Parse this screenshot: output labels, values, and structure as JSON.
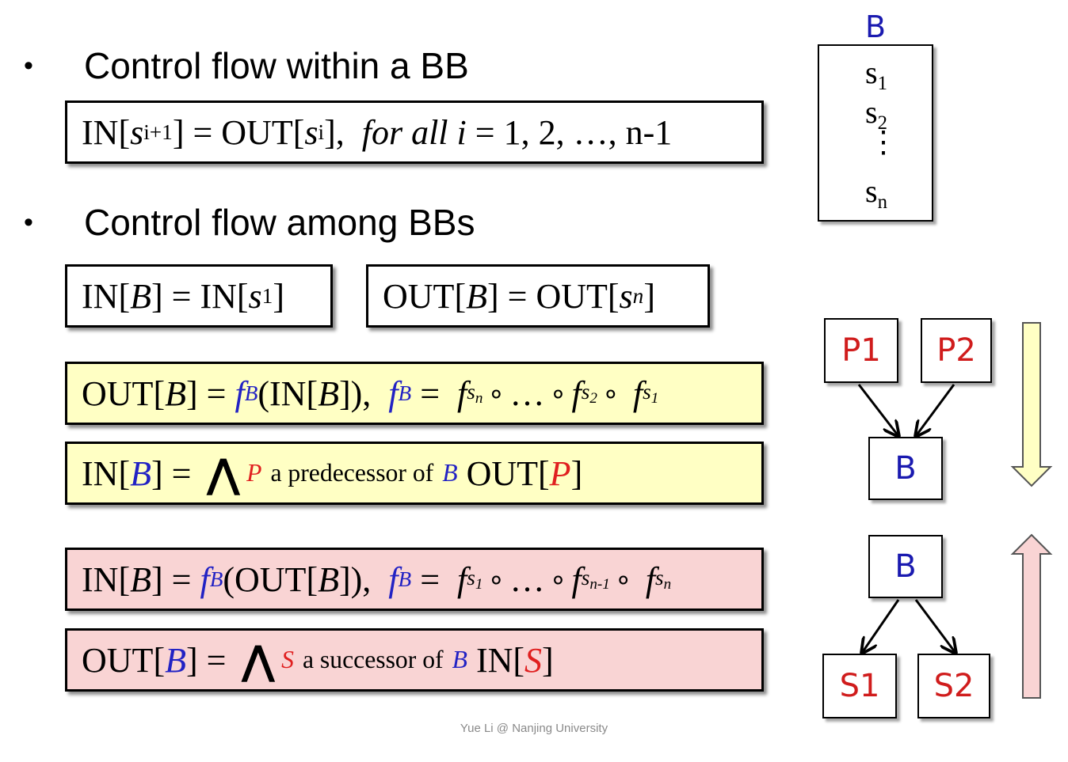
{
  "bullets": {
    "within": "Control flow within a BB",
    "among": "Control flow among BBs"
  },
  "block_diagram": {
    "label": "B",
    "s": "s",
    "sub1": "1",
    "sub2": "2",
    "subn": "n",
    "vdots": "⋮"
  },
  "graph_top": {
    "p1": "P1",
    "p2": "P2",
    "b": "B"
  },
  "graph_bottom": {
    "b": "B",
    "s1": "S1",
    "s2": "S2"
  },
  "text": {
    "in": "IN",
    "out": "OUT",
    "s": "s",
    "i": "i",
    "i_plus_1": "i+1",
    "for_all": "for all i",
    "range": "= 1, 2, …, n-1",
    "B": "B",
    "P": "P",
    "S": "S",
    "f": "f",
    "sub_B": "B",
    "one": "1",
    "two": "2",
    "n": "n",
    "n_minus_1": "n-1",
    "compose": "∘",
    "dots": "…",
    "wedge": "⋀",
    "pred_text": "a predecessor of",
    "succ_text": "a successor of"
  },
  "footer": "Yue Li @ Nanjing University"
}
